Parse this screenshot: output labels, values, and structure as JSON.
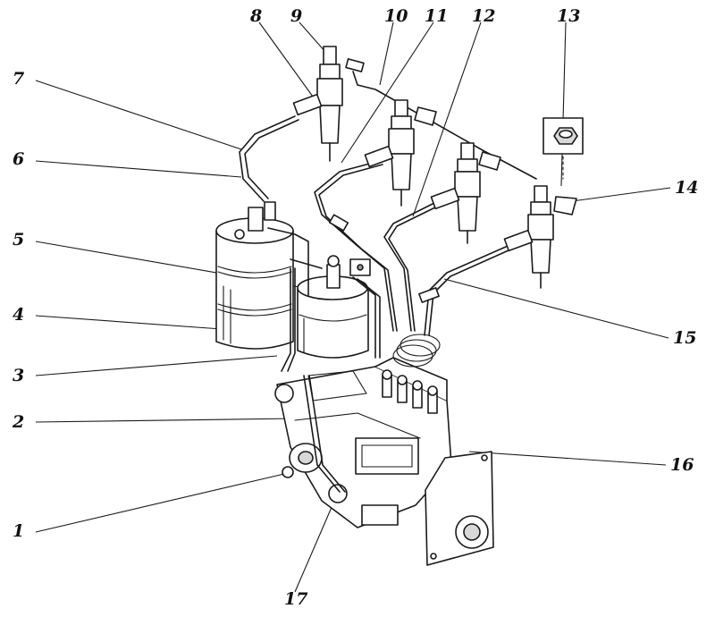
{
  "callouts": [
    {
      "id": "c1",
      "label": "1"
    },
    {
      "id": "c2",
      "label": "2"
    },
    {
      "id": "c3",
      "label": "3"
    },
    {
      "id": "c4",
      "label": "4"
    },
    {
      "id": "c5",
      "label": "5"
    },
    {
      "id": "c6",
      "label": "6"
    },
    {
      "id": "c7",
      "label": "7"
    },
    {
      "id": "c8",
      "label": "8"
    },
    {
      "id": "c9",
      "label": "9"
    },
    {
      "id": "c10",
      "label": "10"
    },
    {
      "id": "c11",
      "label": "11"
    },
    {
      "id": "c12",
      "label": "12"
    },
    {
      "id": "c13",
      "label": "13"
    },
    {
      "id": "c14",
      "label": "14"
    },
    {
      "id": "c15",
      "label": "15"
    },
    {
      "id": "c16",
      "label": "16"
    },
    {
      "id": "c17",
      "label": "17"
    }
  ],
  "colors": {
    "ink": "#1a1a1a",
    "paper": "#ffffff"
  }
}
